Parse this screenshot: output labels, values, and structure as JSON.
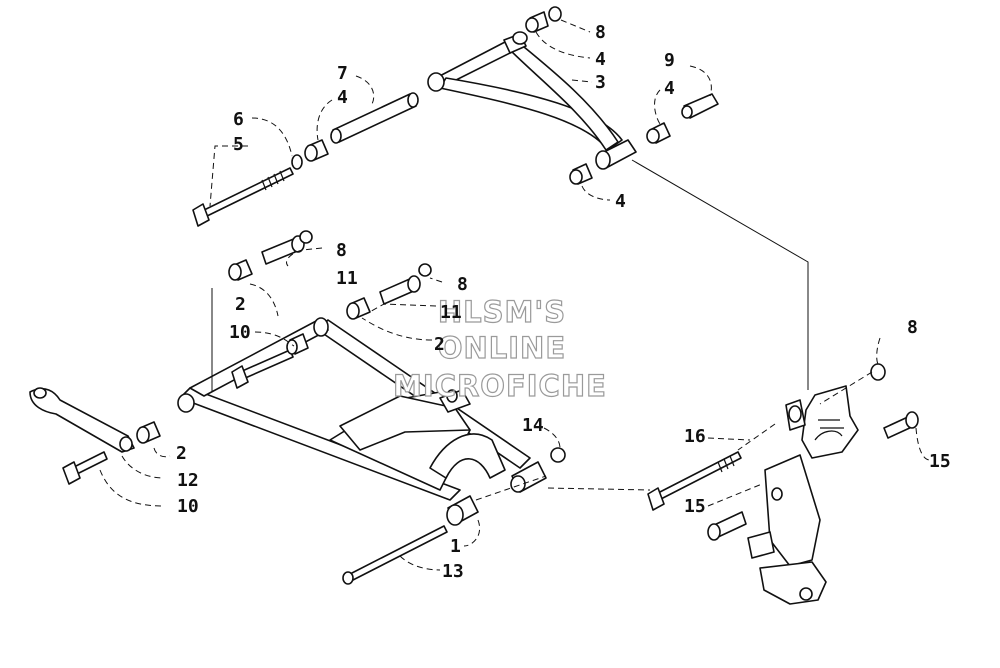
{
  "watermark": {
    "lines": [
      "HLSM'S",
      "ONLINE",
      "MICROFICHE"
    ]
  },
  "callouts": [
    {
      "id": "c-8a",
      "label": "8"
    },
    {
      "id": "c-4a",
      "label": "4"
    },
    {
      "id": "c-3",
      "label": "3"
    },
    {
      "id": "c-9",
      "label": "9"
    },
    {
      "id": "c-4b",
      "label": "4"
    },
    {
      "id": "c-7",
      "label": "7"
    },
    {
      "id": "c-4c",
      "label": "4"
    },
    {
      "id": "c-6",
      "label": "6"
    },
    {
      "id": "c-5",
      "label": "5"
    },
    {
      "id": "c-4d",
      "label": "4"
    },
    {
      "id": "c-8b",
      "label": "8"
    },
    {
      "id": "c-11a",
      "label": "11"
    },
    {
      "id": "c-8c",
      "label": "8"
    },
    {
      "id": "c-2a",
      "label": "2"
    },
    {
      "id": "c-11b",
      "label": "11"
    },
    {
      "id": "c-10a",
      "label": "10"
    },
    {
      "id": "c-2b",
      "label": "2"
    },
    {
      "id": "c-8d",
      "label": "8"
    },
    {
      "id": "c-14",
      "label": "14"
    },
    {
      "id": "c-16",
      "label": "16"
    },
    {
      "id": "c-15a",
      "label": "15"
    },
    {
      "id": "c-2c",
      "label": "2"
    },
    {
      "id": "c-12",
      "label": "12"
    },
    {
      "id": "c-10b",
      "label": "10"
    },
    {
      "id": "c-15b",
      "label": "15"
    },
    {
      "id": "c-1",
      "label": "1"
    },
    {
      "id": "c-13",
      "label": "13"
    }
  ]
}
